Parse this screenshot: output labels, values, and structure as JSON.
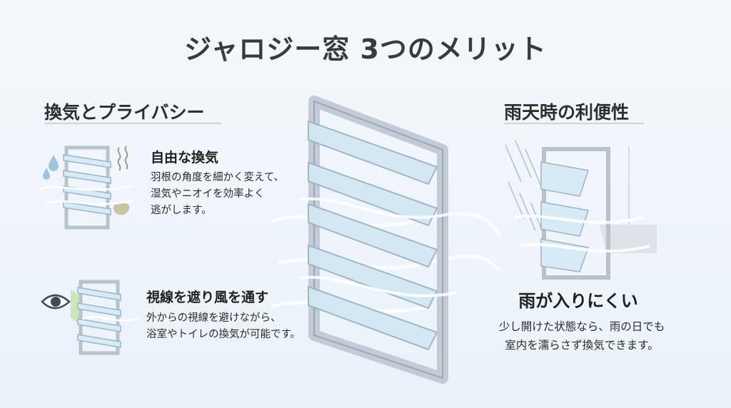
{
  "title": "ジャロジー窓 3つのメリット",
  "left_section": {
    "heading": "換気とプライバシー",
    "features": [
      {
        "heading": "自由な換気",
        "body": "羽根の角度を細かく変えて、\n湿気やニオイを効率よく\n逃がします。"
      },
      {
        "heading": "視線を遮り風を通す",
        "body": "外からの視線を避けながら、\n浴室やトイレの換気が可能です。"
      }
    ]
  },
  "right_section": {
    "heading": "雨天時の利便性",
    "feature": {
      "heading": "雨が入りにくい",
      "body": "少し開けた状態なら、雨の日でも\n室内を濡らさず換気できます。"
    }
  },
  "colors": {
    "frame": "#c3ccd6",
    "glass": "#cfe6f3",
    "air": "#ffffff",
    "green_view": "#b9e39a"
  },
  "icons": [
    "water-drop-icon",
    "odor-icon",
    "stain-icon",
    "eye-icon",
    "rain-icon",
    "airflow-icon"
  ]
}
